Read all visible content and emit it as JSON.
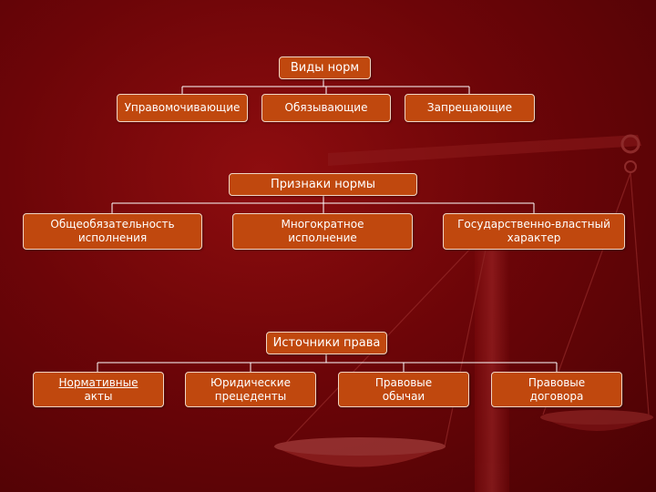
{
  "colors": {
    "background": "#6d0508",
    "box_fill": "#c0480e",
    "box_border": "#f1d6c4",
    "connector": "#ffffff"
  },
  "decoration": "scales-of-justice",
  "section1": {
    "title": "Виды норм",
    "items": [
      "Управомочивающие",
      "Обязывающие",
      "Запрещающие"
    ]
  },
  "section2": {
    "title": "Признаки нормы",
    "items": [
      [
        "Общеобязательность",
        "исполнения"
      ],
      [
        "Многократное",
        "исполнение"
      ],
      [
        "Государственно-властный",
        "характер"
      ]
    ]
  },
  "section3": {
    "title": "Источники права",
    "items": [
      [
        "Нормативные",
        "акты"
      ],
      [
        "Юридические",
        "прецеденты"
      ],
      [
        "Правовые",
        "обычаи"
      ],
      [
        "Правовые",
        "договора"
      ]
    ]
  }
}
